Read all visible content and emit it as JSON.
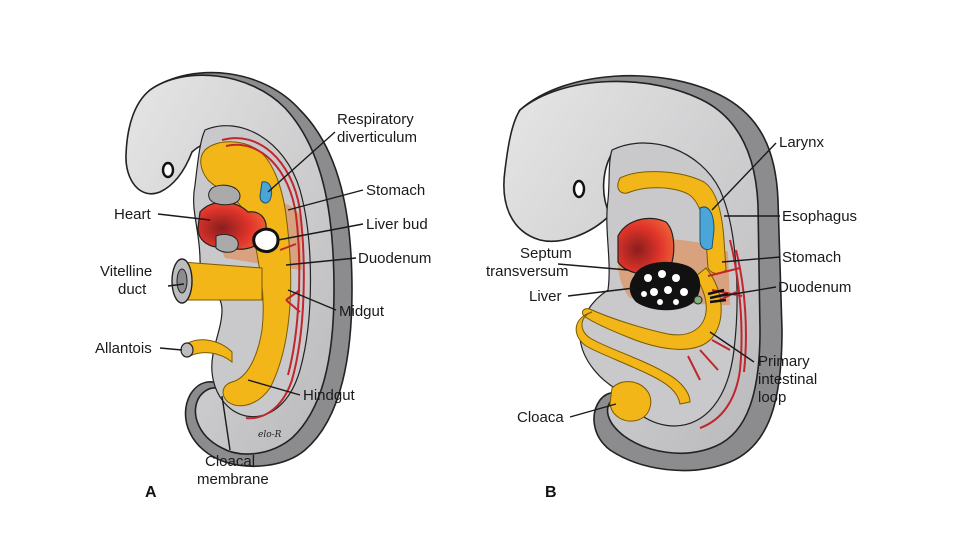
{
  "colors": {
    "body_light": "#d9d9da",
    "body_dark": "#8c8c8f",
    "gut": "#f2b619",
    "vessel": "#c0262c",
    "heart": "#e0342a",
    "septum": "#d9a27e",
    "liver": "#111111",
    "respiratory": "#4aa6d6"
  },
  "panel_a": {
    "letter": "A",
    "signature": "elo-R",
    "labels": {
      "respiratory_1": "Respiratory",
      "respiratory_2": "diverticulum",
      "stomach": "Stomach",
      "liver_bud": "Liver bud",
      "heart": "Heart",
      "duodenum": "Duodenum",
      "vitelline_1": "Vitelline",
      "vitelline_2": "duct",
      "midgut": "Midgut",
      "allantois": "Allantois",
      "hindgut": "Hindgut",
      "cloacal_1": "Cloacal",
      "cloacal_2": "membrane"
    }
  },
  "panel_b": {
    "letter": "B",
    "labels": {
      "larynx": "Larynx",
      "esophagus": "Esophagus",
      "septum_1": "Septum",
      "septum_2": "transversum",
      "stomach": "Stomach",
      "liver": "Liver",
      "duodenum": "Duodenum",
      "primary_1": "Primary",
      "primary_2": "intestinal",
      "primary_3": "loop",
      "cloaca": "Cloaca"
    }
  }
}
